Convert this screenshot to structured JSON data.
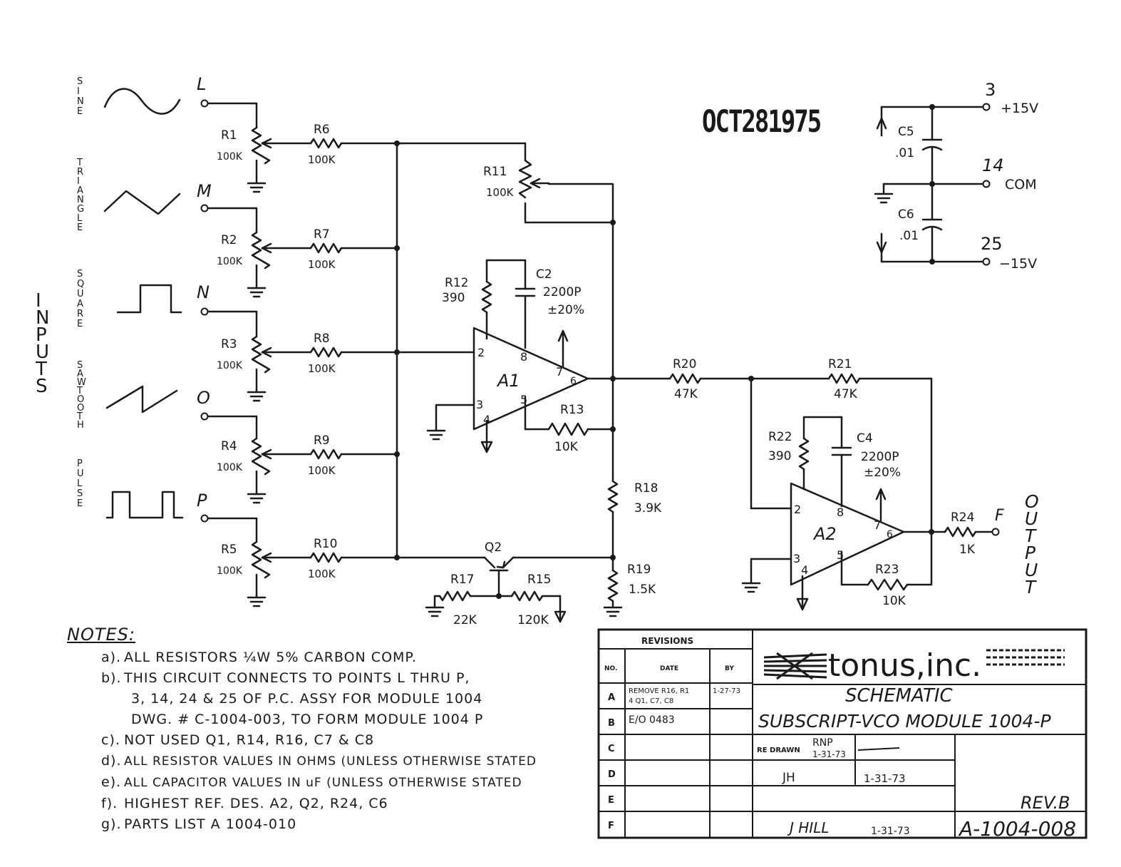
{
  "stamp": "OCT281975",
  "inputs": {
    "label": "INPUTS",
    "waveforms": [
      "SINE",
      "TRIANGLE",
      "SQUARE",
      "SAWTOOTH",
      "PULSE"
    ],
    "terminals": [
      "L",
      "M",
      "N",
      "O",
      "P"
    ],
    "pots": [
      {
        "ref": "R1",
        "value": "100K"
      },
      {
        "ref": "R2",
        "value": "100K"
      },
      {
        "ref": "R3",
        "value": "100K"
      },
      {
        "ref": "R4",
        "value": "100K"
      },
      {
        "ref": "R5",
        "value": "100K"
      }
    ],
    "series": [
      {
        "ref": "R6",
        "value": "100K"
      },
      {
        "ref": "R7",
        "value": "100K"
      },
      {
        "ref": "R8",
        "value": "100K"
      },
      {
        "ref": "R9",
        "value": "100K"
      },
      {
        "ref": "R10",
        "value": "100K"
      }
    ]
  },
  "amp1": {
    "ref": "A1",
    "pins": [
      "2",
      "3",
      "4",
      "5",
      "6",
      "7",
      "8"
    ],
    "r11": {
      "ref": "R11",
      "value": "100K"
    },
    "r12": {
      "ref": "R12",
      "value": "390"
    },
    "c2": {
      "ref": "C2",
      "value": "2200P",
      "tol": "±20%"
    },
    "r13": {
      "ref": "R13",
      "value": "10K"
    }
  },
  "bias": {
    "r18": {
      "ref": "R18",
      "value": "3.9K"
    },
    "r19": {
      "ref": "R19",
      "value": "1.5K"
    },
    "q2": {
      "ref": "Q2"
    },
    "r17": {
      "ref": "R17",
      "value": "22K"
    },
    "r15": {
      "ref": "R15",
      "value": "120K"
    }
  },
  "amp2": {
    "ref": "A2",
    "pins": [
      "2",
      "3",
      "4",
      "5",
      "6",
      "7",
      "8"
    ],
    "r20": {
      "ref": "R20",
      "value": "47K"
    },
    "r21": {
      "ref": "R21",
      "value": "47K"
    },
    "r22": {
      "ref": "R22",
      "value": "390"
    },
    "c4": {
      "ref": "C4",
      "value": "2200P",
      "tol": "±20%"
    },
    "r23": {
      "ref": "R23",
      "value": "10K"
    },
    "r24": {
      "ref": "R24",
      "value": "1K"
    }
  },
  "output": {
    "label": "OUTPUT",
    "terminal": "F"
  },
  "power": {
    "c5": {
      "ref": "C5",
      "value": ".01"
    },
    "c6": {
      "ref": "C6",
      "value": ".01"
    },
    "pins": [
      {
        "num": "3",
        "label": "+15V"
      },
      {
        "num": "14",
        "label": "COM"
      },
      {
        "num": "25",
        "label": "−15V"
      }
    ]
  },
  "notes": {
    "title": "NOTES:",
    "items": [
      {
        "tag": "a).",
        "text": "ALL RESISTORS ¼W 5% CARBON COMP."
      },
      {
        "tag": "b).",
        "text": "THIS CIRCUIT CONNECTS TO POINTS L THRU P,"
      },
      {
        "tag": "",
        "text": "3, 14, 24 & 25 OF P.C. ASSY FOR MODULE 1004"
      },
      {
        "tag": "",
        "text": "DWG. # C-1004-003, TO FORM MODULE 1004 P"
      },
      {
        "tag": "c).",
        "text": "NOT USED Q1, R14, R16, C7 & C8"
      },
      {
        "tag": "d).",
        "text": "ALL RESISTOR VALUES IN OHMS (UNLESS OTHERWISE STATED"
      },
      {
        "tag": "e).",
        "text": "ALL CAPACITOR VALUES IN uF (UNLESS OTHERWISE STATED"
      },
      {
        "tag": "f).",
        "text": "HIGHEST REF. DES. A2, Q2, R24, C6"
      },
      {
        "tag": "g).",
        "text": "PARTS LIST A 1004-010"
      }
    ]
  },
  "title_block": {
    "revisions_title": "REVISIONS",
    "col_no": "NO.",
    "col_date": "DATE",
    "col_by": "BY",
    "rows": [
      {
        "no": "A",
        "date": "REMOVE R16, R14 Q1, C7, C8",
        "by": "1-27-73"
      },
      {
        "no": "B",
        "date": "E/O 0483",
        "by": ""
      },
      {
        "no": "C",
        "date": "",
        "by": ""
      },
      {
        "no": "D",
        "date": "",
        "by": ""
      },
      {
        "no": "E",
        "date": "",
        "by": ""
      },
      {
        "no": "F",
        "date": "",
        "by": ""
      }
    ],
    "company": "tonus,inc.",
    "title": "SCHEMATIC",
    "subtitle": "SUBSCRIPT-VCO MODULE 1004-P",
    "drawn_by": "RNP",
    "redrawn_label": "RE DRAWN",
    "drawn_date": "1-31-73",
    "checked": "JH",
    "checked_date": "1-31-73",
    "approved": "J HILL",
    "approved_date": "1-31-73",
    "rev": "REV.B",
    "dwg_no": "A-1004-008"
  }
}
